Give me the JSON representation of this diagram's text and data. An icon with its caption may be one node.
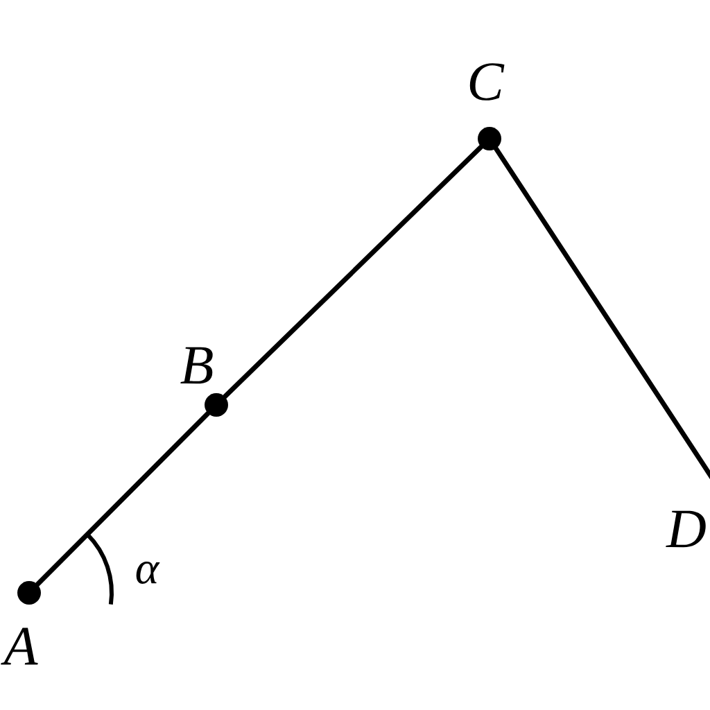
{
  "diagram": {
    "nodes": [
      {
        "text": [
          "A"
        ]
      },
      {
        "text": [
          "B"
        ]
      },
      {
        "text": [
          "C"
        ]
      },
      {
        "text": [
          "D"
        ]
      }
    ],
    "edges": [
      {
        "from": 0,
        "to": 1,
        "arrow": "none"
      },
      {
        "from": 1,
        "to": 2,
        "arrow": "none"
      },
      {
        "from": 2,
        "to": 3,
        "arrow": "none"
      }
    ],
    "labels": [
      "α"
    ]
  }
}
